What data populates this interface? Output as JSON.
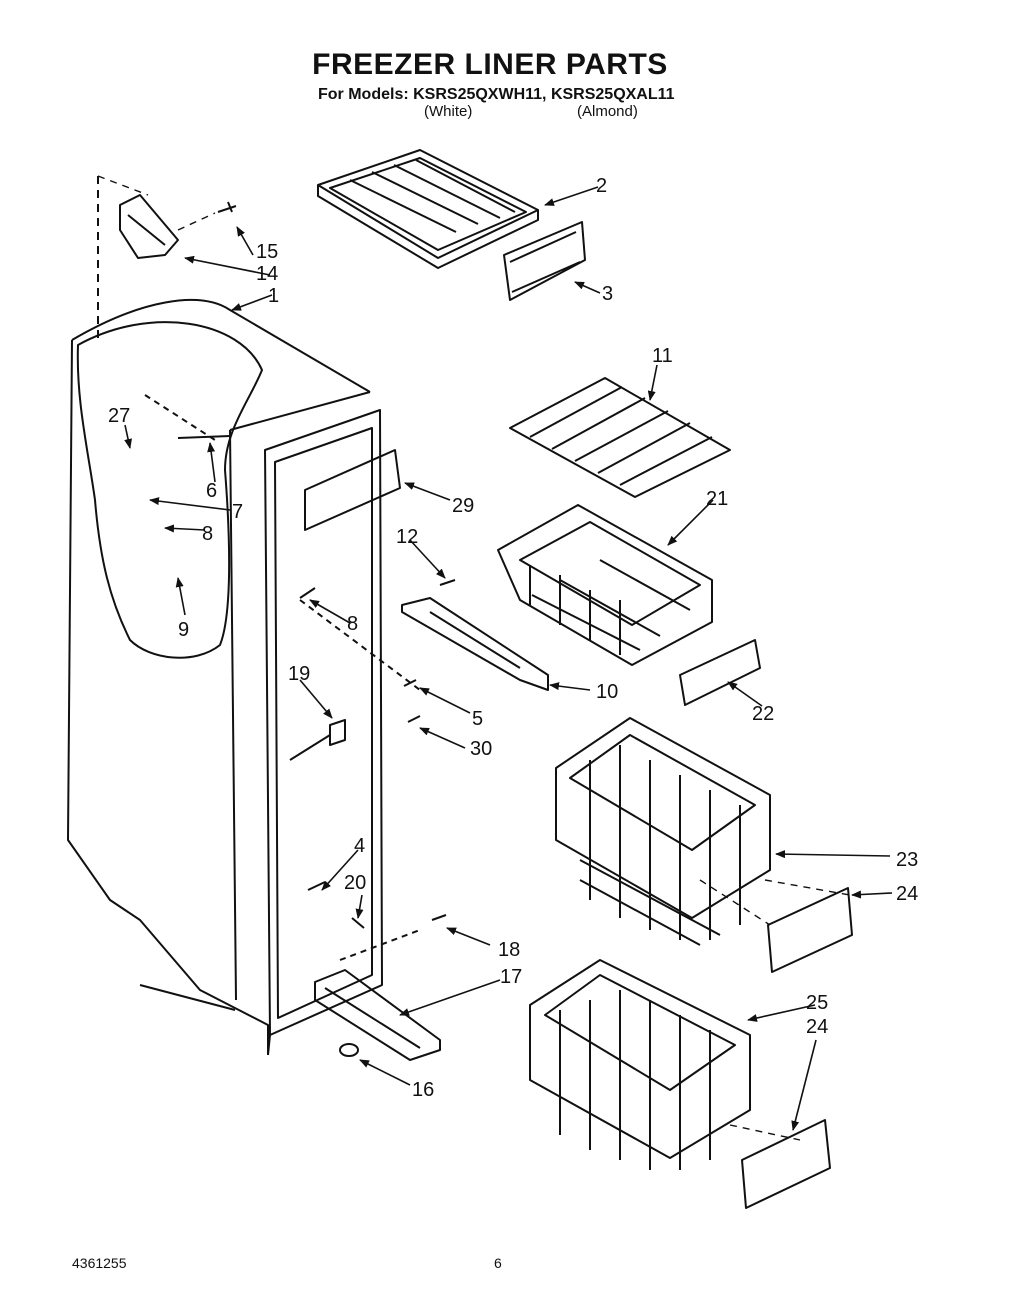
{
  "header": {
    "title": "FREEZER LINER PARTS",
    "models_line": "For Models: KSRS25QXWH11, KSRS25QXAL11",
    "variant_white": "(White)",
    "variant_almond": "(Almond)"
  },
  "callouts": [
    "1",
    "2",
    "3",
    "4",
    "5",
    "6",
    "7",
    "8",
    "8",
    "9",
    "10",
    "11",
    "12",
    "14",
    "15",
    "16",
    "17",
    "18",
    "19",
    "20",
    "21",
    "22",
    "23",
    "24",
    "24",
    "25",
    "27",
    "29",
    "30"
  ],
  "footer": {
    "doc_number": "4361255",
    "page_number": "6"
  }
}
